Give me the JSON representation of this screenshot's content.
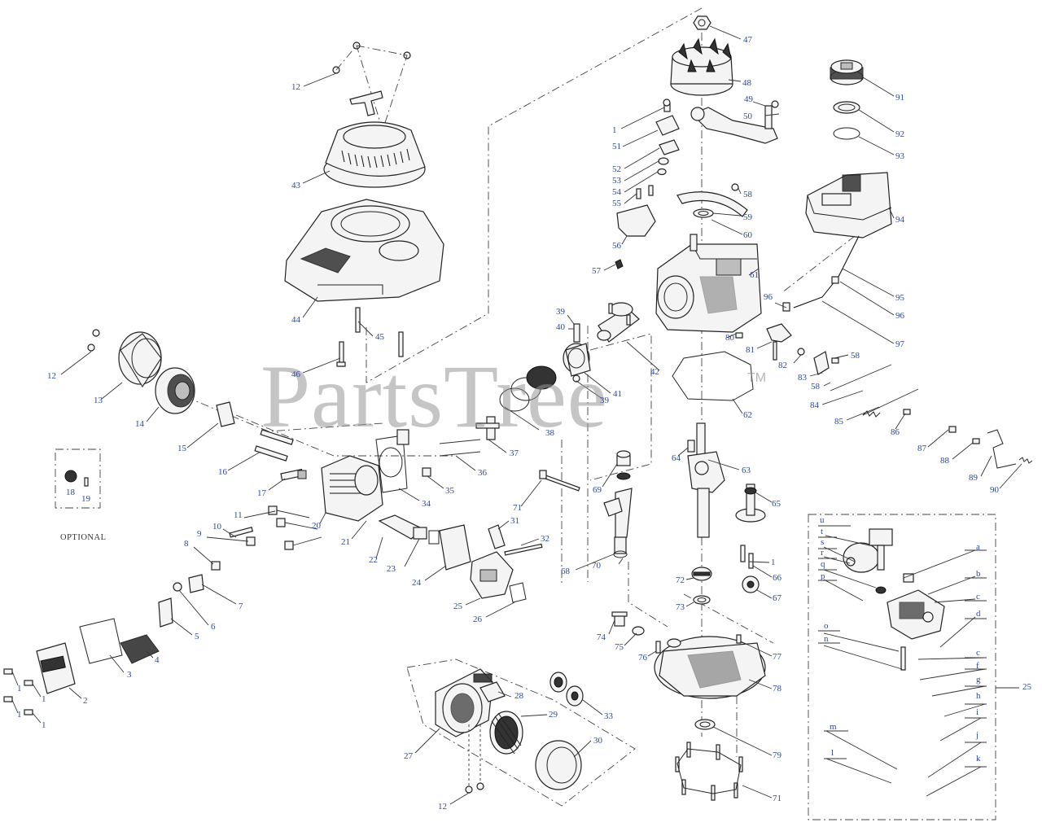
{
  "watermark": {
    "brand": "PartsTree",
    "trademark": "TM"
  },
  "optional_label": "OPTIONAL",
  "callouts": [
    {
      "id": "c47",
      "text": "47"
    },
    {
      "id": "c48",
      "text": "48"
    },
    {
      "id": "c49",
      "text": "49"
    },
    {
      "id": "c50",
      "text": "50"
    },
    {
      "id": "c91",
      "text": "91"
    },
    {
      "id": "c92",
      "text": "92"
    },
    {
      "id": "c93",
      "text": "93"
    },
    {
      "id": "c94",
      "text": "94"
    },
    {
      "id": "c95",
      "text": "95"
    },
    {
      "id": "c96a",
      "text": "96"
    },
    {
      "id": "c96b",
      "text": "96"
    },
    {
      "id": "c97",
      "text": "97"
    },
    {
      "id": "c12a",
      "text": "12"
    },
    {
      "id": "c43",
      "text": "43"
    },
    {
      "id": "c44",
      "text": "44"
    },
    {
      "id": "c45",
      "text": "45"
    },
    {
      "id": "c46",
      "text": "46"
    },
    {
      "id": "c1a",
      "text": "1"
    },
    {
      "id": "c51",
      "text": "51"
    },
    {
      "id": "c52",
      "text": "52"
    },
    {
      "id": "c53",
      "text": "53"
    },
    {
      "id": "c54",
      "text": "54"
    },
    {
      "id": "c55",
      "text": "55"
    },
    {
      "id": "c56",
      "text": "56"
    },
    {
      "id": "c57",
      "text": "57"
    },
    {
      "id": "c58a",
      "text": "58"
    },
    {
      "id": "c59",
      "text": "59"
    },
    {
      "id": "c60",
      "text": "60"
    },
    {
      "id": "c61",
      "text": "61"
    },
    {
      "id": "c39a",
      "text": "39"
    },
    {
      "id": "c40",
      "text": "40"
    },
    {
      "id": "c41",
      "text": "41"
    },
    {
      "id": "c39b",
      "text": "39"
    },
    {
      "id": "c42",
      "text": "42"
    },
    {
      "id": "c80",
      "text": "80"
    },
    {
      "id": "c81",
      "text": "81"
    },
    {
      "id": "c82",
      "text": "82"
    },
    {
      "id": "c58b",
      "text": "58"
    },
    {
      "id": "c58c",
      "text": "58"
    },
    {
      "id": "c83",
      "text": "83"
    },
    {
      "id": "c84",
      "text": "84"
    },
    {
      "id": "c85",
      "text": "85"
    },
    {
      "id": "c86",
      "text": "86"
    },
    {
      "id": "c87",
      "text": "87"
    },
    {
      "id": "c88",
      "text": "88"
    },
    {
      "id": "c89",
      "text": "89"
    },
    {
      "id": "c90",
      "text": "90"
    },
    {
      "id": "c62",
      "text": "62"
    },
    {
      "id": "c12b",
      "text": "12"
    },
    {
      "id": "c13",
      "text": "13"
    },
    {
      "id": "c14",
      "text": "14"
    },
    {
      "id": "c15",
      "text": "15"
    },
    {
      "id": "c16",
      "text": "16"
    },
    {
      "id": "c38",
      "text": "38"
    },
    {
      "id": "c37",
      "text": "37"
    },
    {
      "id": "c36",
      "text": "36"
    },
    {
      "id": "c35",
      "text": "35"
    },
    {
      "id": "c34",
      "text": "34"
    },
    {
      "id": "c64",
      "text": "64"
    },
    {
      "id": "c63",
      "text": "63"
    },
    {
      "id": "c65",
      "text": "65"
    },
    {
      "id": "c18",
      "text": "18"
    },
    {
      "id": "c19",
      "text": "19"
    },
    {
      "id": "c17",
      "text": "17"
    },
    {
      "id": "c20",
      "text": "20"
    },
    {
      "id": "c21",
      "text": "21"
    },
    {
      "id": "c11",
      "text": "11"
    },
    {
      "id": "c10",
      "text": "10"
    },
    {
      "id": "c9",
      "text": "9"
    },
    {
      "id": "c8",
      "text": "8"
    },
    {
      "id": "c7",
      "text": "7"
    },
    {
      "id": "c6",
      "text": "6"
    },
    {
      "id": "c5",
      "text": "5"
    },
    {
      "id": "c4",
      "text": "4"
    },
    {
      "id": "c3",
      "text": "3"
    },
    {
      "id": "c2",
      "text": "2"
    },
    {
      "id": "c1b",
      "text": "1"
    },
    {
      "id": "c1c",
      "text": "1"
    },
    {
      "id": "c1d",
      "text": "1"
    },
    {
      "id": "c1e",
      "text": "1"
    },
    {
      "id": "c69",
      "text": "69"
    },
    {
      "id": "c71a",
      "text": "71"
    },
    {
      "id": "c31",
      "text": "31"
    },
    {
      "id": "c32",
      "text": "32"
    },
    {
      "id": "c22",
      "text": "22"
    },
    {
      "id": "c23",
      "text": "23"
    },
    {
      "id": "c24",
      "text": "24"
    },
    {
      "id": "c25a",
      "text": "25"
    },
    {
      "id": "c26",
      "text": "26"
    },
    {
      "id": "c68",
      "text": "68"
    },
    {
      "id": "c70",
      "text": "70"
    },
    {
      "id": "c72",
      "text": "72"
    },
    {
      "id": "c1f",
      "text": "1"
    },
    {
      "id": "c66",
      "text": "66"
    },
    {
      "id": "c67",
      "text": "67"
    },
    {
      "id": "c73",
      "text": "73"
    },
    {
      "id": "c74",
      "text": "74"
    },
    {
      "id": "c75",
      "text": "75"
    },
    {
      "id": "c76",
      "text": "76"
    },
    {
      "id": "c77",
      "text": "77"
    },
    {
      "id": "c78",
      "text": "78"
    },
    {
      "id": "c79",
      "text": "79"
    },
    {
      "id": "c71b",
      "text": "71"
    },
    {
      "id": "c27",
      "text": "27"
    },
    {
      "id": "c28",
      "text": "28"
    },
    {
      "id": "c29",
      "text": "29"
    },
    {
      "id": "c30",
      "text": "30"
    },
    {
      "id": "c33",
      "text": "33"
    },
    {
      "id": "c12c",
      "text": "12"
    },
    {
      "id": "c25b",
      "text": "25"
    },
    {
      "id": "cu",
      "text": "u"
    },
    {
      "id": "ct",
      "text": "t"
    },
    {
      "id": "cs",
      "text": "s"
    },
    {
      "id": "cr",
      "text": "r"
    },
    {
      "id": "cq",
      "text": "q"
    },
    {
      "id": "cp",
      "text": "p"
    },
    {
      "id": "ca",
      "text": "a"
    },
    {
      "id": "cb",
      "text": "b"
    },
    {
      "id": "cc1",
      "text": "c"
    },
    {
      "id": "cd",
      "text": "d"
    },
    {
      "id": "co",
      "text": "o"
    },
    {
      "id": "cn",
      "text": "n"
    },
    {
      "id": "cc2",
      "text": "c"
    },
    {
      "id": "cf",
      "text": "f"
    },
    {
      "id": "cg",
      "text": "g"
    },
    {
      "id": "ch",
      "text": "h"
    },
    {
      "id": "ci",
      "text": "i"
    },
    {
      "id": "cm",
      "text": "m"
    },
    {
      "id": "cj",
      "text": "j"
    },
    {
      "id": "cl",
      "text": "l"
    },
    {
      "id": "ck",
      "text": "k"
    }
  ]
}
